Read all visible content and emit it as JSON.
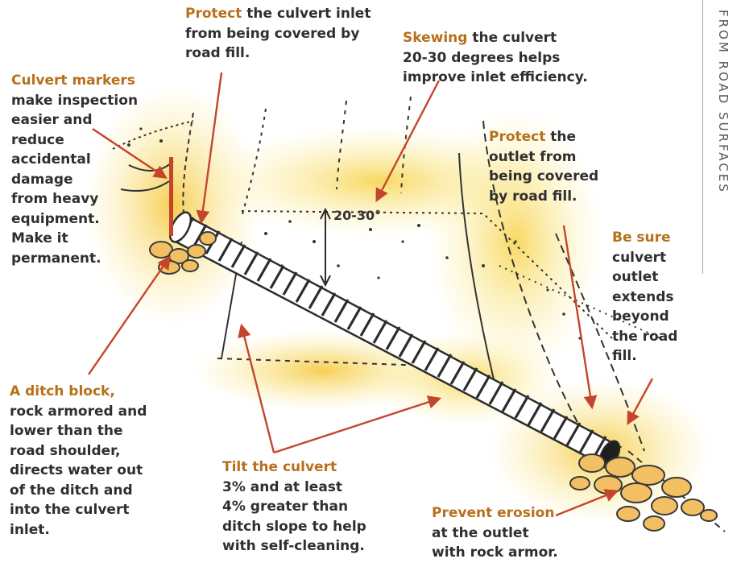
{
  "side_tab": "FROM ROAD SURFACES",
  "angle_label": "20-30°",
  "callouts": {
    "protect_inlet": {
      "highlight": "Protect",
      "rest_1": " the culvert inlet",
      "line_2": "from being covered by",
      "line_3": "road fill."
    },
    "skewing": {
      "highlight": "Skewing",
      "rest_1": " the culvert",
      "line_2": "20-30 degrees helps",
      "line_3": "improve inlet efficiency."
    },
    "markers": {
      "highlight": "Culvert markers",
      "line_2": "make inspection",
      "line_3": "easier and",
      "line_4": "reduce",
      "line_5": "accidental",
      "line_6": "damage",
      "line_7": "from heavy",
      "line_8": "equipment.",
      "line_9": "Make it",
      "line_10": "permanent."
    },
    "protect_outlet": {
      "highlight": "Protect",
      "rest_1": " the",
      "line_2": "outlet from",
      "line_3": "being covered",
      "line_4": "by road fill."
    },
    "be_sure": {
      "highlight": "Be sure",
      "line_2": "culvert",
      "line_3": "outlet",
      "line_4": "extends",
      "line_5": "beyond",
      "line_6": "the road",
      "line_7": "fill."
    },
    "ditch_block": {
      "highlight": "A ditch block,",
      "line_2": "rock armored and",
      "line_3": "lower than the",
      "line_4": "road shoulder,",
      "line_5": "directs water out",
      "line_6": "of the ditch and",
      "line_7": "into the culvert",
      "line_8": "inlet."
    },
    "tilt": {
      "highlight": "Tilt the culvert",
      "line_2": "3% and at least",
      "line_3": "4% greater than",
      "line_4": "ditch slope to help",
      "line_5": "with self-cleaning."
    },
    "erosion": {
      "highlight": "Prevent erosion",
      "line_2": "at the outlet",
      "line_3": "with rock armor."
    }
  },
  "colors": {
    "accent": "#b7701c",
    "arrow": "#c4452c",
    "wash": "#f6d85a",
    "pipe": "#3a3a3a"
  }
}
